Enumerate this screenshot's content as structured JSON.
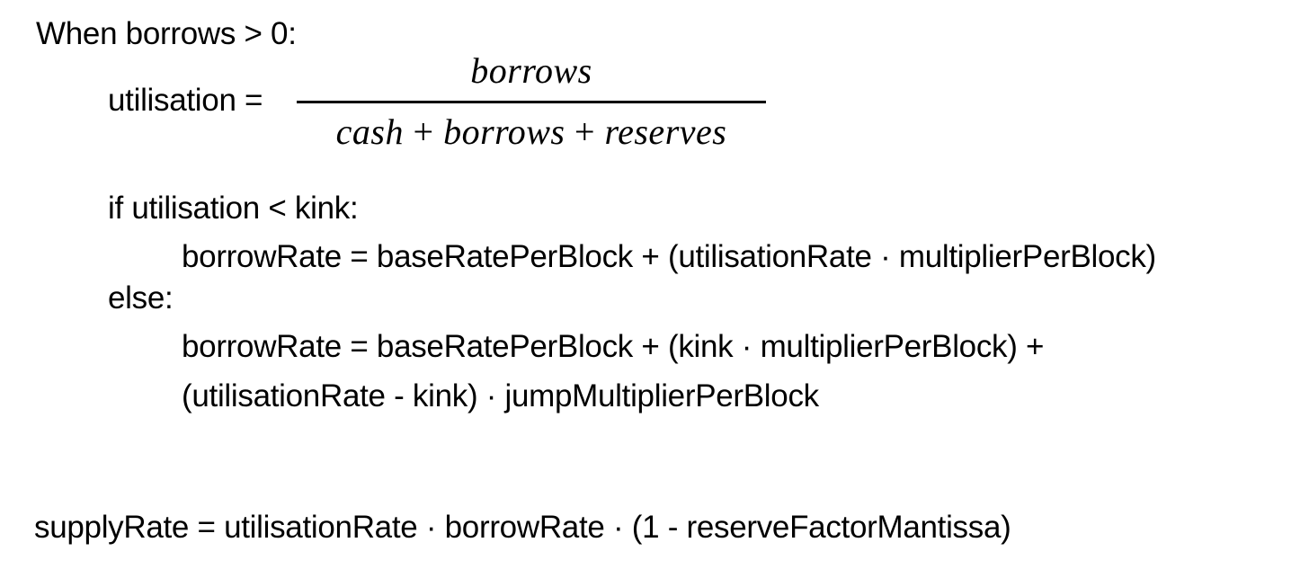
{
  "header": "When borrows > 0:",
  "utilisation": {
    "label": "utilisation =",
    "numerator": "borrows",
    "denominator": {
      "term1": "cash",
      "op1": " + ",
      "term2": "borrows",
      "op2": " + ",
      "term3": "reserves"
    }
  },
  "condition": {
    "if_line": "if utilisation < kink:",
    "if_body": "borrowRate = baseRatePerBlock + (utilisationRate · multiplierPerBlock)",
    "else_line": "else:",
    "else_body_1": "borrowRate = baseRatePerBlock + (kink · multiplierPerBlock) +",
    "else_body_2": "(utilisationRate - kink) · jumpMultiplierPerBlock"
  },
  "supply": "supplyRate = utilisationRate · borrowRate · (1 - reserveFactorMantissa)"
}
